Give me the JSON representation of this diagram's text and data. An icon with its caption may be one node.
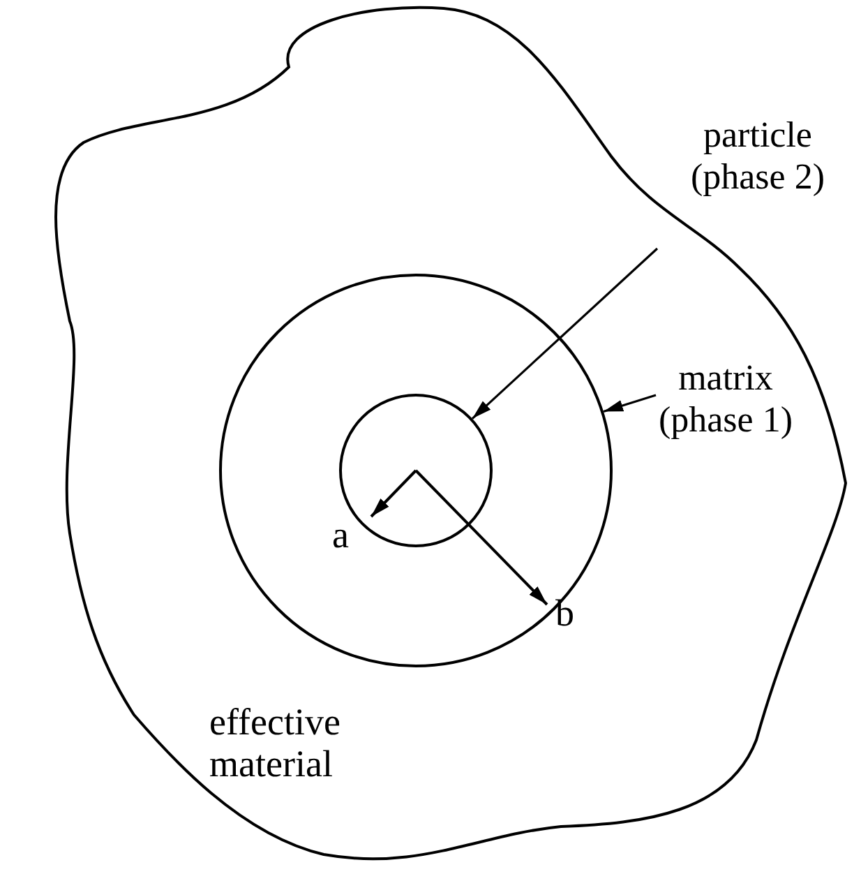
{
  "diagram": {
    "nodes": [
      {
        "text": [
          "effective material"
        ]
      },
      {
        "text": [],
        "shape": "circle",
        "in": 0
      },
      {
        "text": [],
        "shape": "circle",
        "in": 1
      },
      {
        "text": [
          "particle (phase 2)"
        ]
      },
      {
        "text": [
          "matrix (phase 1)"
        ],
        "in": 0
      }
    ],
    "edges": [
      {
        "from": 3,
        "to": 2,
        "arrow": "to"
      },
      {
        "from": 4,
        "to": 1,
        "arrow": "to"
      }
    ],
    "labels": [
      "a",
      "b"
    ]
  }
}
